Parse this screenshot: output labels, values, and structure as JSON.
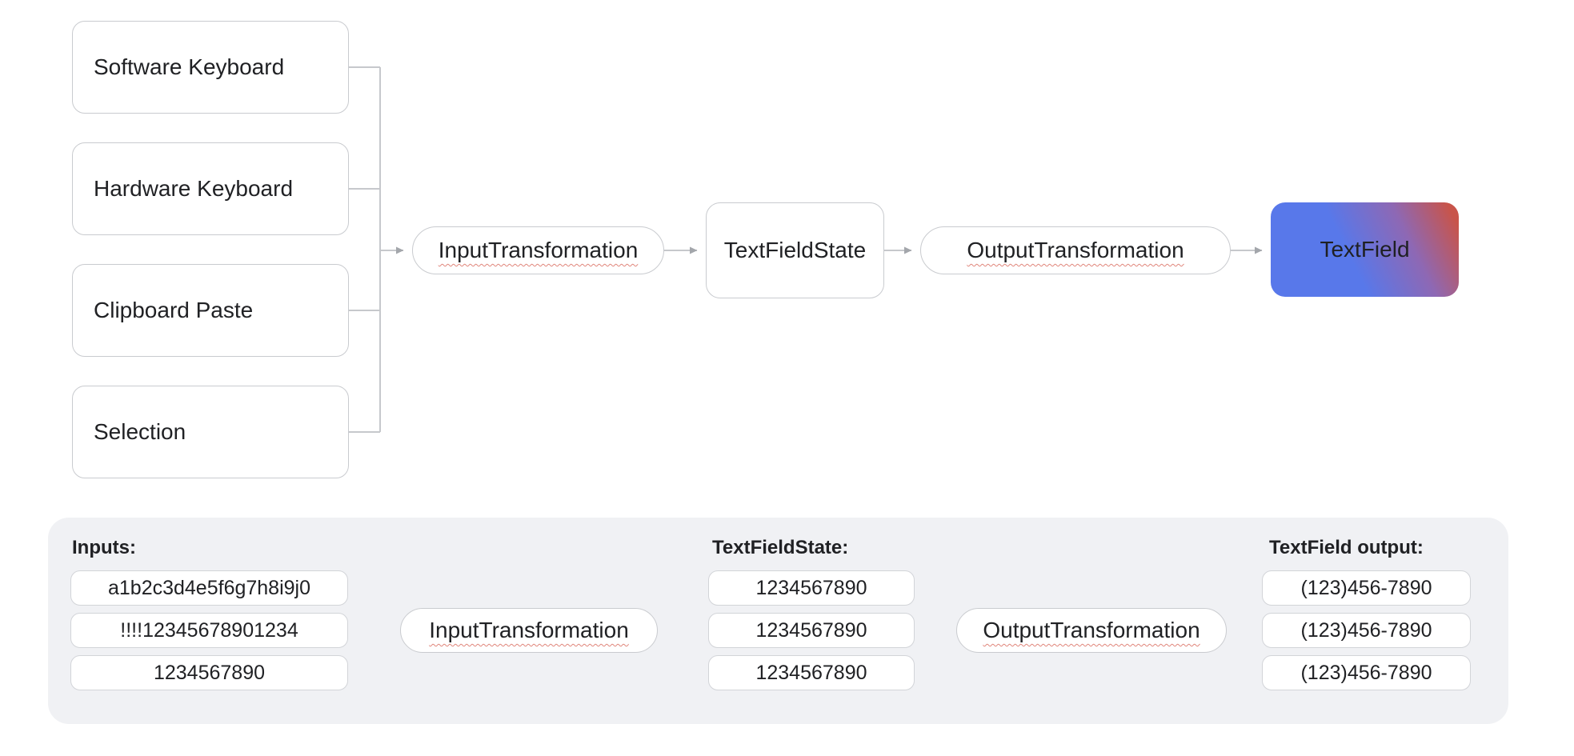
{
  "top_flow": {
    "sources": [
      "Software Keyboard",
      "Hardware Keyboard",
      "Clipboard Paste",
      "Selection"
    ],
    "input_transformation": "InputTransformation",
    "text_field_state": "TextFieldState",
    "output_transformation": "OutputTransformation",
    "text_field": "TextField"
  },
  "example_flow": {
    "inputs_label": "Inputs:",
    "state_label": "TextFieldState:",
    "output_label": "TextField output:",
    "input_transformation": "InputTransformation",
    "output_transformation": "OutputTransformation",
    "inputs": [
      "a1b2c3d4e5f6g7h8i9j0",
      "!!!!12345678901234",
      "1234567890"
    ],
    "states": [
      "1234567890",
      "1234567890",
      "1234567890"
    ],
    "outputs": [
      "(123)456-7890",
      "(123)456-7890",
      "(123)456-7890"
    ]
  },
  "colors": {
    "textfield_gradient_start": "#5878ea",
    "textfield_gradient_mid": "#8e68b4",
    "textfield_gradient_end": "#c8544a",
    "panel_background": "#f0f1f4",
    "connector": "#c6c8cc",
    "arrowhead": "#a3a6ab",
    "squiggle": "#e0857a",
    "node_border": "#c9cbcf",
    "value_border": "#d2d4d8",
    "text": "#202124"
  },
  "icons": {
    "arrowhead": "right-pointing-triangle"
  }
}
